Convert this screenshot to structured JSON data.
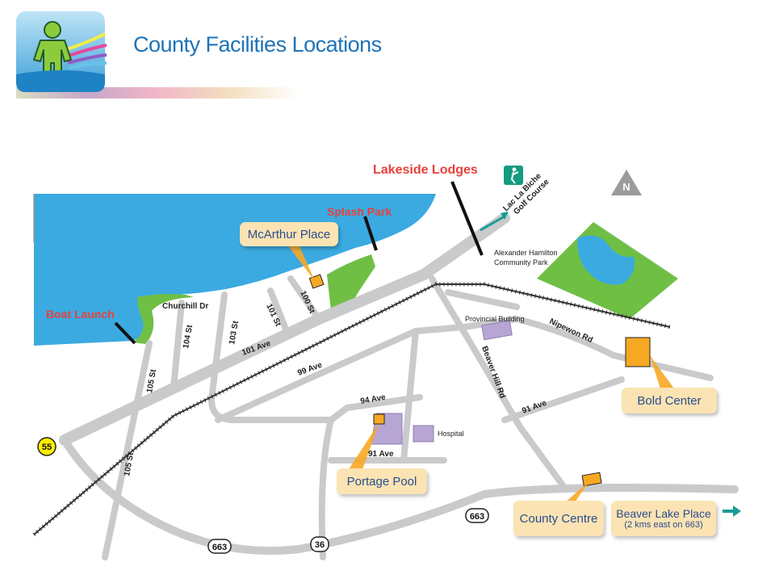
{
  "header": {
    "title": "County Facilities Locations"
  },
  "callouts": {
    "mcarthur": "McArthur Place",
    "portage": "Portage Pool",
    "bold": "Bold Center",
    "county_centre": "County Centre",
    "beaver_lake": "Beaver Lake Place",
    "beaver_lake_note": "(2 kms east on 663)"
  },
  "red_labels": {
    "boat_launch": "Boat Launch",
    "splash_park": "Splash Park",
    "lakeside": "Lakeside Lodges"
  },
  "places": {
    "golf_line1": "Lac La Biche",
    "golf_line2": "Golf Course",
    "park_line1": "Alexander Hamilton",
    "park_line2": "Community Park",
    "provincial": "Provincial Building",
    "hospital": "Hospital",
    "north": "N"
  },
  "streets": {
    "churchill": "Churchill Dr",
    "s105a": "105 St",
    "s105b": "105 St",
    "s104": "104 St",
    "s103": "103 St",
    "s101": "101 St",
    "s100": "100 St",
    "ave101": "101 Ave",
    "ave99": "99 Ave",
    "ave94": "94 Ave",
    "ave91a": "91 Ave",
    "ave91b": "91 Ave",
    "beaver_hill": "Beaver Hill Rd",
    "nipewon": "Nipewon Rd"
  },
  "highways": {
    "h55": "55",
    "h36": "36",
    "h663a": "663",
    "h663b": "663"
  },
  "colors": {
    "water": "#3aaae1",
    "park": "#6fbf45",
    "road": "#c9cacc",
    "facility": "#f7a823",
    "building": "#b7a6d3",
    "callout": "#fbe3b3",
    "callout_text": "#2a4d8f",
    "red_text": "#e8413c",
    "teal_arrow": "#1a9a95"
  },
  "icons": {
    "logo": "person-with-rainbow-logo",
    "golf": "golf-icon",
    "north": "north-arrow-icon"
  }
}
